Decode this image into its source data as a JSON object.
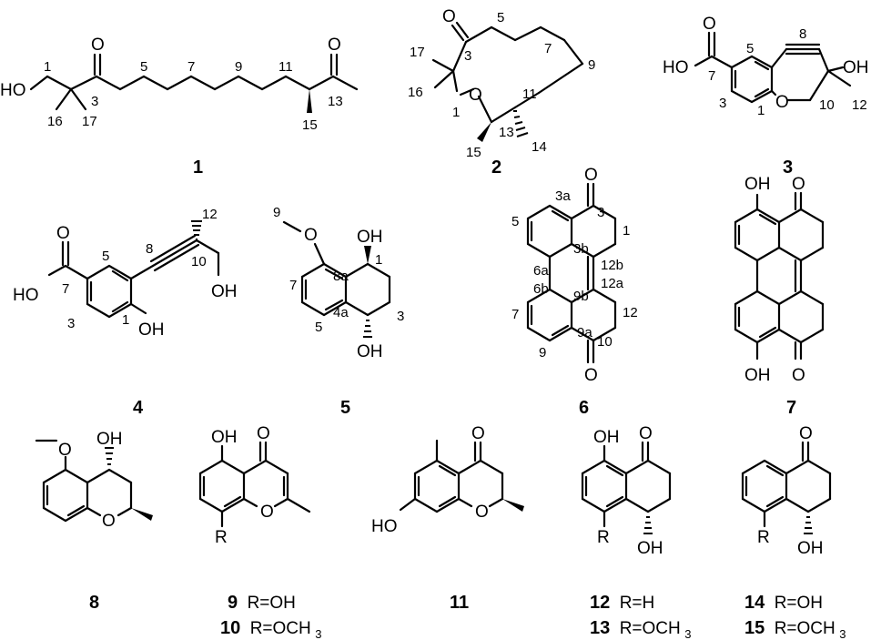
{
  "figure": {
    "background": "#ffffff",
    "line_color": "#000000"
  },
  "compounds": {
    "c1": {
      "id": "1",
      "atoms": {
        "O3": "O",
        "O13": "O",
        "HO": "HO"
      },
      "numbers": {
        "n1": "1",
        "n3": "3",
        "n5": "5",
        "n7": "7",
        "n9": "9",
        "n11": "11",
        "n13": "13",
        "n15": "15",
        "n16": "16",
        "n17": "17"
      }
    },
    "c2": {
      "id": "2",
      "atoms": {
        "O3": "O",
        "Oring": "O"
      },
      "numbers": {
        "n1": "1",
        "n3": "3",
        "n5": "5",
        "n7": "7",
        "n9": "9",
        "n11": "11",
        "n13": "13",
        "n14": "14",
        "n15": "15",
        "n16": "16",
        "n17": "17"
      }
    },
    "c3": {
      "id": "3",
      "atoms": {
        "O7": "O",
        "HO": "HO",
        "OH": "OH",
        "Oring": "O"
      },
      "numbers": {
        "n1": "1",
        "n3": "3",
        "n5": "5",
        "n7": "7",
        "n8": "8",
        "n10": "10",
        "n12": "12"
      }
    },
    "c4": {
      "id": "4",
      "atoms": {
        "O7": "O",
        "HO": "HO",
        "OH1": "OH",
        "OH2": "OH"
      },
      "numbers": {
        "n1": "1",
        "n3": "3",
        "n5": "5",
        "n7": "7",
        "n8": "8",
        "n10": "10",
        "n12": "12"
      }
    },
    "c5": {
      "id": "5",
      "atoms": {
        "O9": "O",
        "OH1": "OH",
        "OH4": "OH"
      },
      "numbers": {
        "n1": "1",
        "n3": "3",
        "n4a": "4a",
        "n5": "5",
        "n7": "7",
        "n8a": "8a",
        "n9": "9"
      }
    },
    "c6": {
      "id": "6",
      "atoms": {
        "O3": "O",
        "O10": "O"
      },
      "numbers": {
        "n1": "1",
        "n3": "3",
        "n3a": "3a",
        "n3b": "3b",
        "n5": "5",
        "n6a": "6a",
        "n6b": "6b",
        "n7": "7",
        "n9": "9",
        "n9a": "9a",
        "n9b": "9b",
        "n10": "10",
        "n12": "12",
        "n12a": "12a",
        "n12b": "12b"
      }
    },
    "c7": {
      "id": "7",
      "atoms": {
        "OHtop": "OH",
        "Otop": "O",
        "OHbot": "OH",
        "Obot": "O"
      }
    },
    "c8": {
      "id": "8",
      "atoms": {
        "OMe": "O",
        "OH": "OH",
        "Oring": "O"
      }
    },
    "c9": {
      "id": "9",
      "atoms": {
        "OH": "OH",
        "O4": "O",
        "Oring": "O",
        "R": "R"
      },
      "label_line": "R=OH"
    },
    "c10": {
      "id": "10",
      "label_line": "R=OCH",
      "label_sub": "3"
    },
    "c11": {
      "id": "11",
      "atoms": {
        "O4": "O",
        "Oring": "O",
        "HO": "HO"
      }
    },
    "c12": {
      "id": "12",
      "atoms": {
        "OH": "OH",
        "O": "O",
        "OH2": "OH",
        "R": "R"
      },
      "label_line": "R=H"
    },
    "c13": {
      "id": "13",
      "label_line": "R=OCH",
      "label_sub": "3"
    },
    "c14": {
      "id": "14",
      "atoms": {
        "O": "O",
        "OH": "OH",
        "R": "R"
      },
      "label_line": "R=OH"
    },
    "c15": {
      "id": "15",
      "label_line": "R=OCH",
      "label_sub": "3"
    }
  }
}
